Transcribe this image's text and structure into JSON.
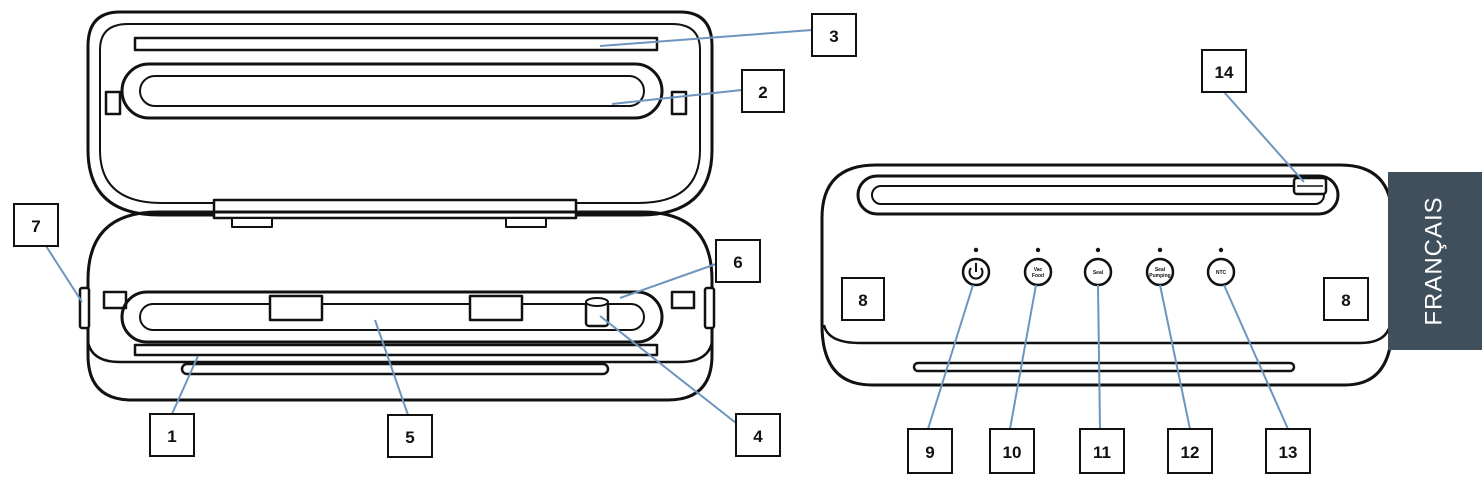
{
  "language_tab": "FRANÇAIS",
  "callouts": {
    "c1": "1",
    "c2": "2",
    "c3": "3",
    "c4": "4",
    "c5": "5",
    "c6": "6",
    "c7": "7",
    "c8a": "8",
    "c8b": "8",
    "c9": "9",
    "c10": "10",
    "c11": "11",
    "c12": "12",
    "c13": "13",
    "c14": "14"
  },
  "buttons": {
    "b10_l1": "Vac",
    "b10_l2": "Food",
    "b11": "Seal",
    "b12_l1": "Seal",
    "b12_l2": "Pumping",
    "b13": "NTC"
  },
  "colors": {
    "outline": "#111111",
    "leader": "#6d95bd",
    "tab_bg": "#3f4f5c",
    "tab_text": "#ffffff"
  }
}
